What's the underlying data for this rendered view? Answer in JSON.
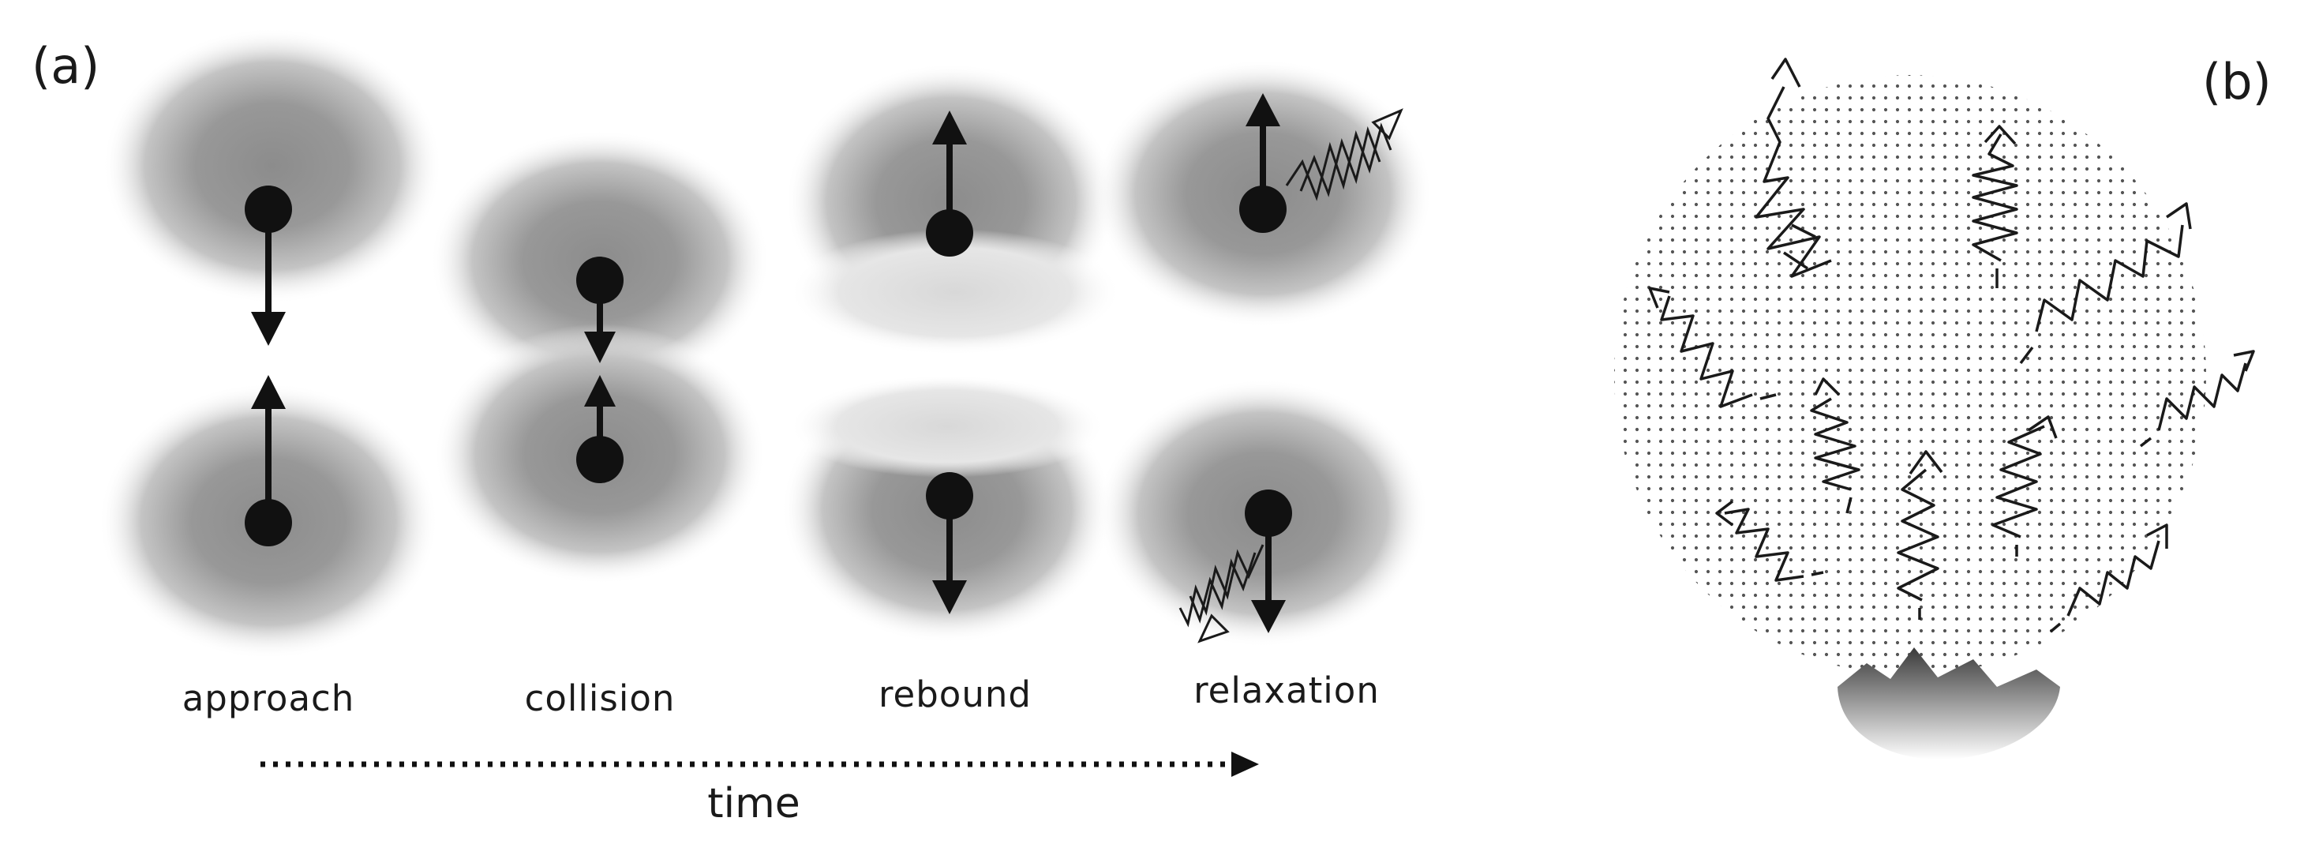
{
  "panel_a": {
    "label": "(a)",
    "stages": [
      {
        "label": "approach"
      },
      {
        "label": "collision"
      },
      {
        "label": "rebound"
      },
      {
        "label": "relaxation"
      }
    ],
    "timeline_label": "time"
  },
  "panel_b": {
    "label": "(b)"
  }
}
